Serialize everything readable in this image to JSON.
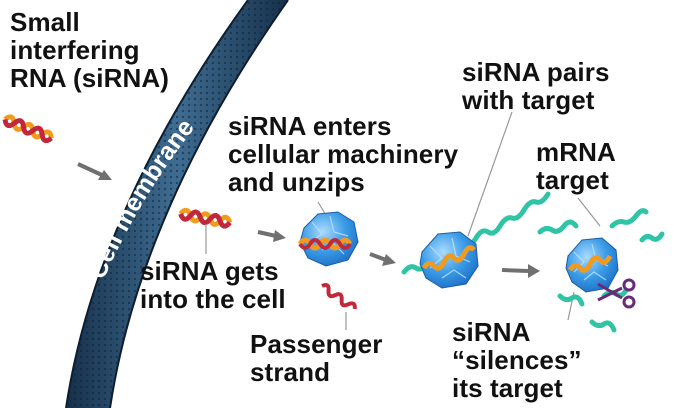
{
  "labels": {
    "sirna_intro": "Small\ninterfering\nRNA (siRNA)",
    "membrane": "Cell membrane",
    "enters": "siRNA enters\ncellular machinery\nand unzips",
    "pairs": "siRNA pairs\nwith target",
    "mrna": "mRNA\ntarget",
    "gets_in": "siRNA gets\ninto the cell",
    "passenger": "Passenger\nstrand",
    "silences": "siRNA\n“silences”\nits target"
  },
  "colors": {
    "membrane_dark": "#1d3b57",
    "membrane_light": "#3f6d92",
    "rna_orange": "#f29a1e",
    "rna_red": "#c0283c",
    "protein_blue": "#2f8fe0",
    "protein_light": "#7cc4f4",
    "mrna_teal": "#2fc4a6",
    "arrow_gray": "#707070",
    "scissors_purple": "#6a2a7a"
  },
  "icons": [
    "arrow-icon",
    "scissors-icon"
  ]
}
